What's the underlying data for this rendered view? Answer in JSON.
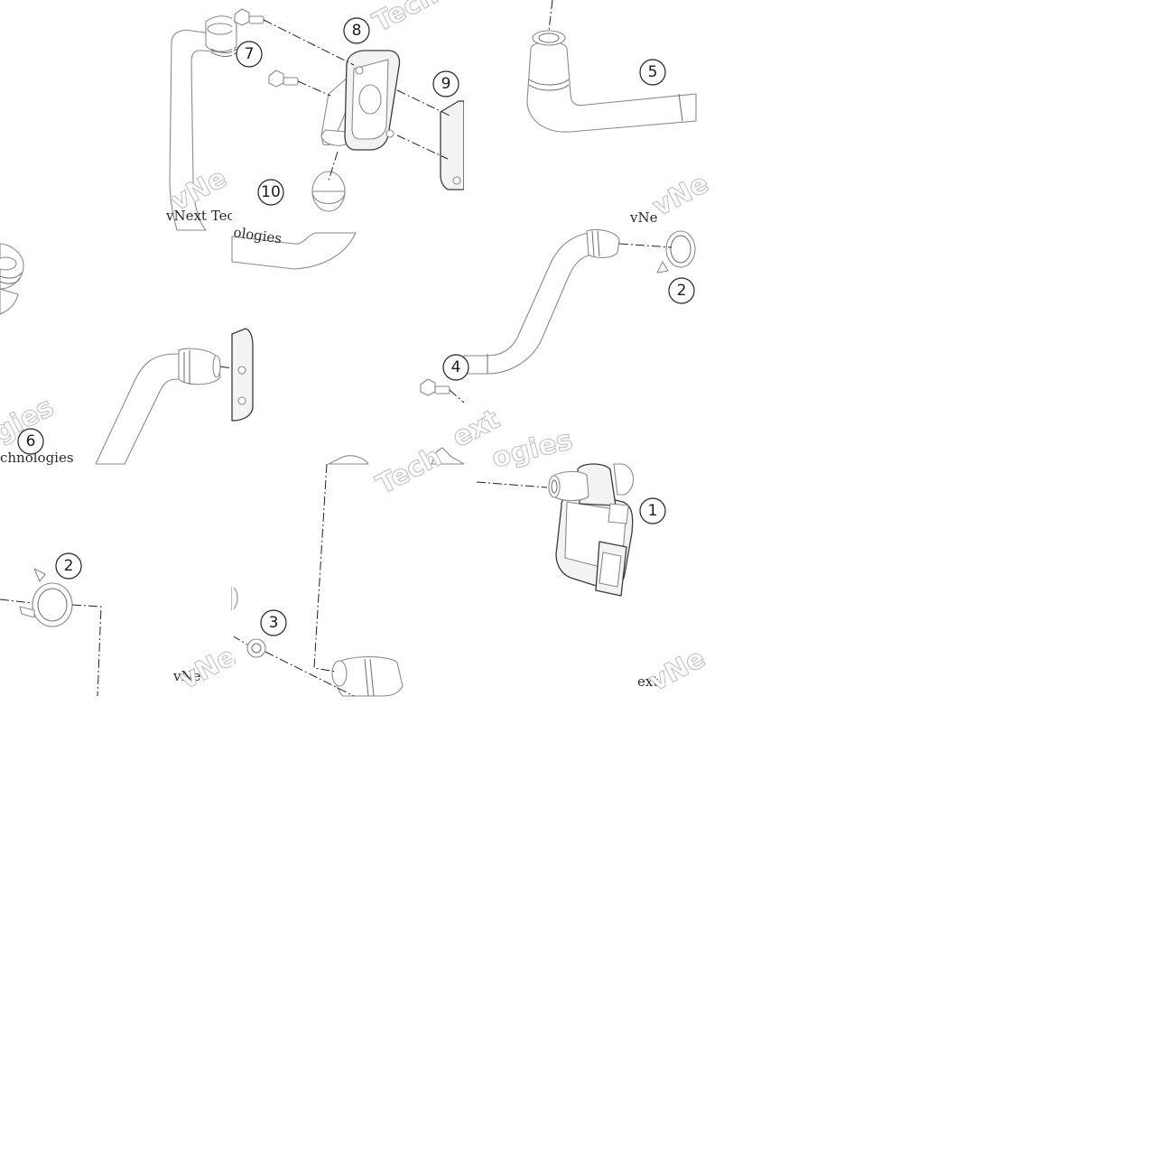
{
  "diagram": {
    "callouts": [
      {
        "id": "c1",
        "label": "1"
      },
      {
        "id": "c2a",
        "label": "2"
      },
      {
        "id": "c2b",
        "label": "2"
      },
      {
        "id": "c3",
        "label": "3"
      },
      {
        "id": "c4",
        "label": "4"
      },
      {
        "id": "c5",
        "label": "5"
      },
      {
        "id": "c6",
        "label": "6"
      },
      {
        "id": "c7",
        "label": "7"
      },
      {
        "id": "c8",
        "label": "8"
      },
      {
        "id": "c9",
        "label": "9"
      },
      {
        "id": "c10",
        "label": "10"
      }
    ],
    "watermark": {
      "fragments": [
        "Techno",
        "vNe",
        "vNext Tec",
        "ologies",
        "vNe",
        "ext",
        "Tech",
        "ogies",
        "ext",
        "gies",
        "chnologies",
        "vNe",
        "vNe"
      ]
    },
    "colors": {
      "line": "#8a8a8a",
      "dark_line": "#3a3a3a",
      "leader": "#222222",
      "watermark": "#bdbdbd",
      "background": "#ffffff"
    }
  }
}
